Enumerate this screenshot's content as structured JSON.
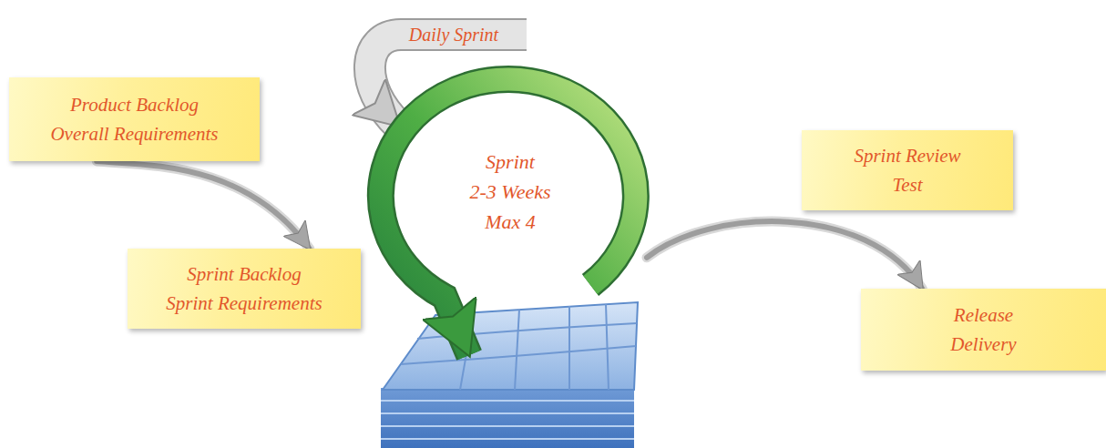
{
  "diagram": {
    "nodes": [
      {
        "text": [
          "Product Backlog",
          "Overall Requirements"
        ]
      },
      {
        "text": [
          "Sprint Backlog",
          "Sprint Requirements"
        ]
      },
      {
        "text": [
          "Sprint",
          "2-3 Weeks",
          "Max 4"
        ]
      },
      {
        "text": [
          "Sprint Review",
          "Test"
        ]
      },
      {
        "text": [
          "Release",
          "Delivery"
        ]
      }
    ],
    "edges": [
      {
        "from": 0,
        "to": 1,
        "arrow": "to"
      },
      {
        "from": 2,
        "to": 4,
        "arrow": "to"
      }
    ],
    "labels": [
      "Daily Sprint"
    ]
  }
}
